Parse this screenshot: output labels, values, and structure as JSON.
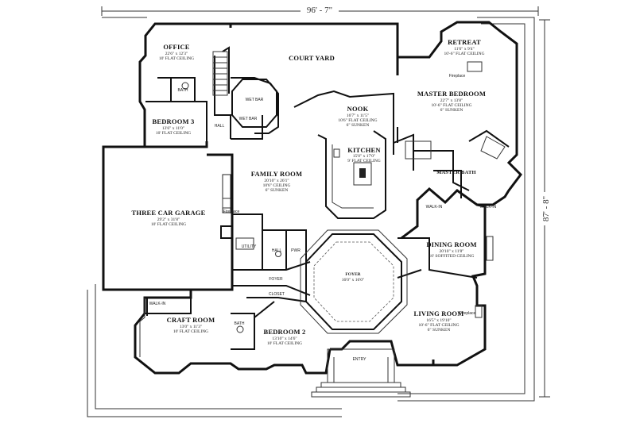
{
  "dimensions": {
    "width": "96' - 7\"",
    "depth": "87' - 8\""
  },
  "rooms": {
    "office": {
      "name": "OFFICE",
      "size": "22'6\" x 12'3\"",
      "ceiling": "10' FLAT CEILING"
    },
    "retreat": {
      "name": "RETREAT",
      "size": "11'6\" x 9'4\"",
      "ceiling": "10'-6\" FLAT CEILING"
    },
    "court_yard": {
      "name": "COURT YARD"
    },
    "master_bedroom": {
      "name": "MASTER BEDROOM",
      "size": "22'7\" x 13'8\"",
      "ceiling": "10'-6\" FLAT CEILING",
      "note": "6\" SUNKEN"
    },
    "nook": {
      "name": "NOOK",
      "size": "16'7\" x 11'5\"",
      "ceiling": "10'6\" FLAT CEILING",
      "note": "6\" SUNKEN"
    },
    "bedroom3": {
      "name": "BEDROOM 3",
      "size": "13'6\" x 11'0\"",
      "ceiling": "10' FLAT CEILING"
    },
    "kitchen": {
      "name": "KITCHEN",
      "size": "15'0\" x 17'0\"",
      "ceiling": "9' FLAT CEILING"
    },
    "family_room": {
      "name": "FAMILY ROOM",
      "size": "20'10\" x 26'1\"",
      "ceiling": "10'6\" CEILING",
      "note": "6\" SUNKEN"
    },
    "garage": {
      "name": "THREE CAR GARAGE",
      "size": "29'2\" x 31'8\"",
      "ceiling": "10' FLAT CEILING"
    },
    "master_bath": {
      "name": "MASTER BATH"
    },
    "dining_room": {
      "name": "DINING ROOM",
      "size": "20'10\" x 11'8\"",
      "ceiling": "10' SOFFITED CEILING"
    },
    "foyer_center": {
      "name": "FOYER",
      "size": "16'0\" x 16'0\""
    },
    "living_room": {
      "name": "LIVING ROOM",
      "size": "16'5\" x 19'10\"",
      "ceiling": "10'-6\" FLAT CEILING",
      "note": "6\" SUNKEN"
    },
    "craft_room": {
      "name": "CRAFT ROOM",
      "size": "13'0\" x 11'3\"",
      "ceiling": "10' FLAT CEILING"
    },
    "bedroom2": {
      "name": "BEDROOM 2",
      "size": "13'10\" x 14'6\"",
      "ceiling": "10' FLAT CEILING"
    }
  },
  "labels": {
    "bath_top": "BATH",
    "bath_bottom": "BATH",
    "hall_top": "HALL",
    "hall_mid": "HALL",
    "wet_bar_1": "WET BAR",
    "wet_bar_2": "WET BAR",
    "utility": "UTILITY",
    "pwr": "PWR",
    "foyer_hall": "FOYER",
    "closet": "CLOSET",
    "walk_in_1": "WALK-IN",
    "walk_in_2": "WALK-IN",
    "walk_in_craft": "WALK-IN",
    "entry": "ENTRY",
    "fireplace_1": "Fireplace",
    "fireplace_2": "Fireplace",
    "fireplace_3": "Fireplace"
  }
}
